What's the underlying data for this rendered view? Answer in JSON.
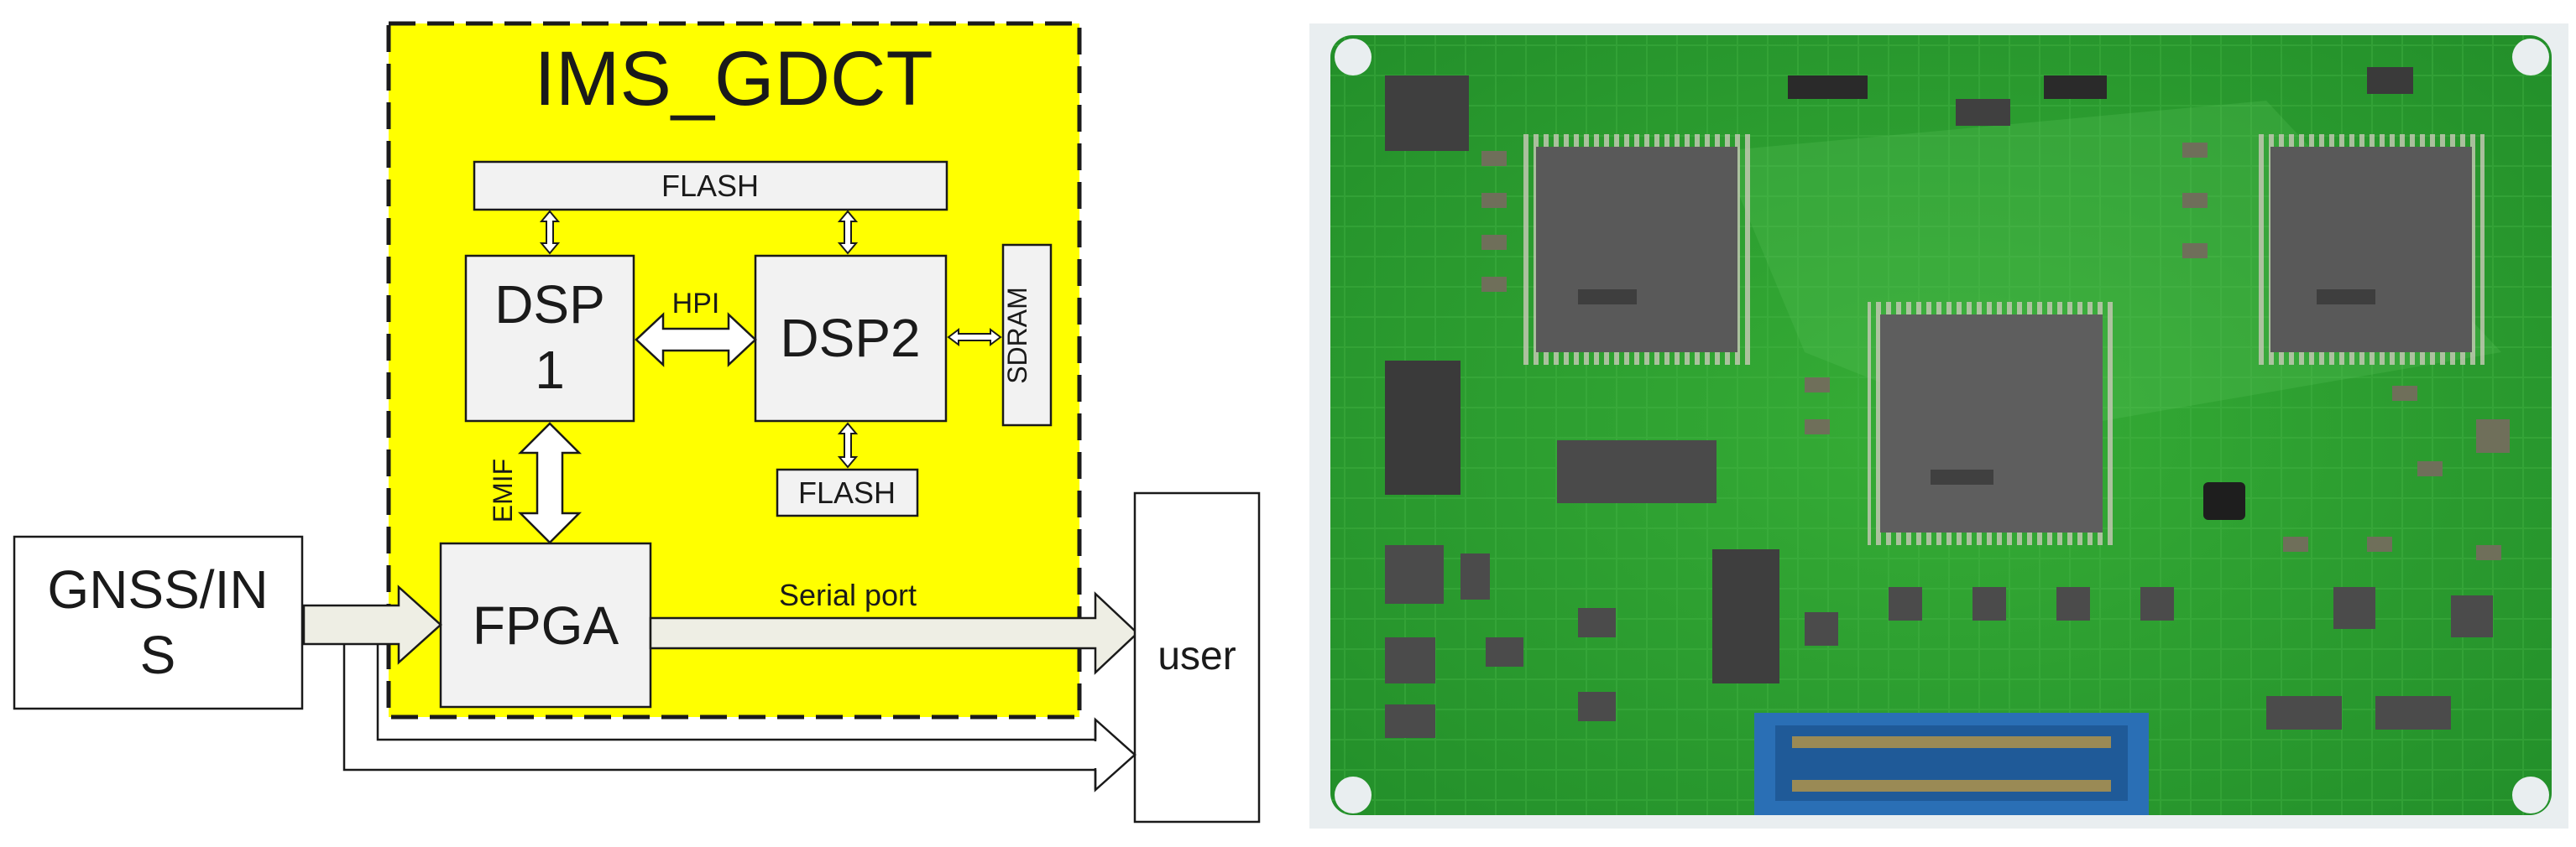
{
  "diagram": {
    "module_title": "IMS_GDCT",
    "blocks": {
      "flash_top": "FLASH",
      "dsp1_line1": "DSP",
      "dsp1_line2": "1",
      "dsp2": "DSP2",
      "sdram": "SDRAM",
      "flash_bottom": "FLASH",
      "fpga": "FPGA",
      "gnss_line1": "GNSS/IN",
      "gnss_line2": "S",
      "user": "user"
    },
    "links": {
      "hpi": "HPI",
      "emif": "EMIF",
      "serial_port": "Serial port"
    }
  },
  "colors": {
    "module_fill": "#ffff00",
    "block_fill": "#f2f2f2",
    "arrow_fill": "#eeeee4",
    "line": "#1a1a1a",
    "pcb_green": "#2fa52f",
    "pcb_light": "#5cc55c",
    "chip": "#5a5a5a",
    "connector": "#2a6fb5"
  },
  "photo": {
    "subject": "pcb-board"
  }
}
